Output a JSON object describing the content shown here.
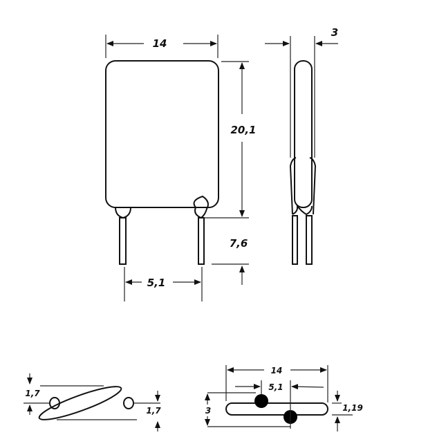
{
  "front_view": {
    "width": "14",
    "height": "20,1",
    "lead_length": "7,6",
    "lead_pitch": "5,1"
  },
  "side_view": {
    "thickness": "3"
  },
  "bottom_left_view": {
    "offset_top": "1,7",
    "offset_bottom": "1,7"
  },
  "bottom_right_view": {
    "width": "14",
    "pitch": "5,1",
    "depth": "3",
    "slot": "1,19"
  }
}
